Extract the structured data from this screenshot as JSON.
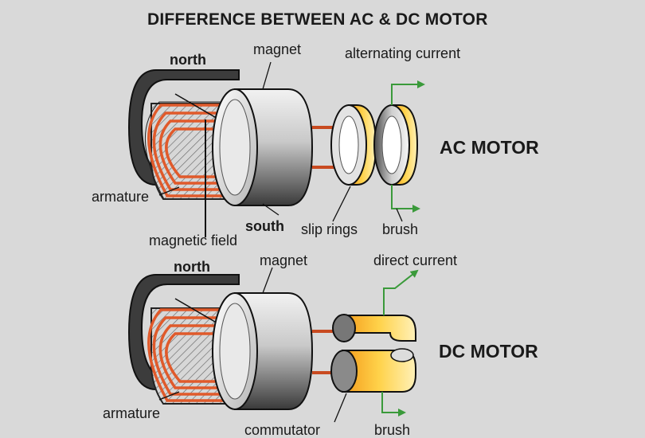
{
  "title": "DIFFERENCE BETWEEN AC & DC MOTOR",
  "colors": {
    "background": "#d9d9d9",
    "coil": "#e05a2b",
    "ring_gold": "#f5b52e",
    "magnet_gray": "#bfbfbf",
    "arrow_green": "#3a9a3a"
  },
  "ac_motor": {
    "name": "AC MOTOR",
    "labels": {
      "north": "north",
      "magnet": "magnet",
      "current": "alternating current",
      "armature": "armature",
      "south": "south",
      "field": "magnetic field",
      "rings": "slip rings",
      "brush": "brush"
    }
  },
  "dc_motor": {
    "name": "DC MOTOR",
    "labels": {
      "north": "north",
      "magnet": "magnet",
      "current": "direct current",
      "armature": "armature",
      "commutator": "commutator",
      "brush": "brush"
    }
  }
}
